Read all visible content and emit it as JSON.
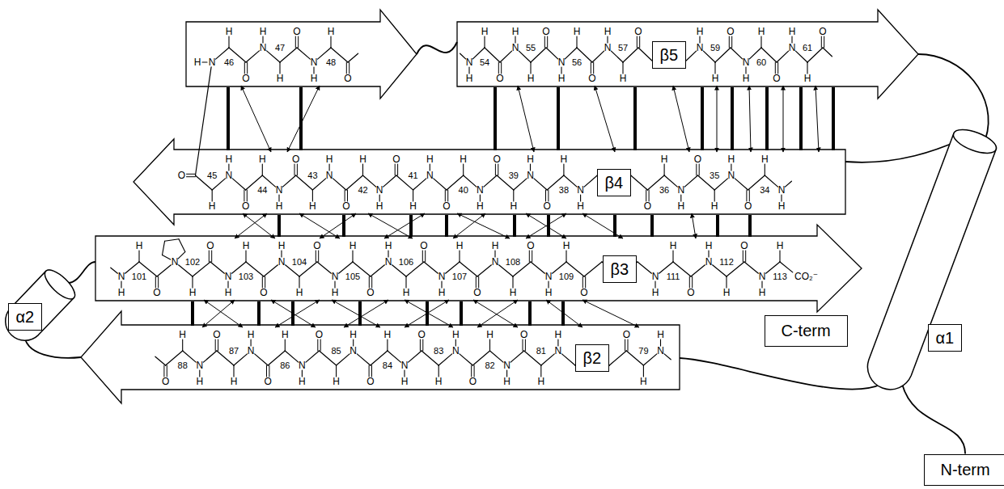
{
  "diagram": {
    "nodes": [
      {
        "text": [
          "β5"
        ]
      },
      {
        "text": [
          "β4"
        ]
      },
      {
        "text": [
          "β3"
        ]
      },
      {
        "text": [
          "α2"
        ]
      },
      {
        "text": [
          "C-term"
        ]
      },
      {
        "text": [
          "α1"
        ]
      },
      {
        "text": [
          "β2"
        ]
      },
      {
        "text": [
          "N-term"
        ]
      }
    ],
    "edges": [
      {
        "from": 0,
        "to": 5,
        "arrow": "none"
      },
      {
        "from": 1,
        "to": 5,
        "arrow": "none"
      },
      {
        "from": 5,
        "to": 6,
        "arrow": "none"
      },
      {
        "from": 5,
        "to": 7,
        "arrow": "none"
      },
      {
        "from": 6,
        "to": 3,
        "arrow": "none"
      },
      {
        "from": 3,
        "to": 2,
        "arrow": "none"
      }
    ],
    "labels": [
      "N",
      "H",
      "H",
      "O",
      "46",
      "N",
      "H",
      "H",
      "O",
      "47",
      "N",
      "H",
      "H",
      "O",
      "48",
      "N",
      "H",
      "H",
      "O",
      "54",
      "N",
      "H",
      "H",
      "O",
      "55",
      "N",
      "H",
      "H",
      "O",
      "56",
      "N",
      "H",
      "H",
      "O",
      "57",
      "N",
      "H",
      "H",
      "O",
      "59",
      "N",
      "H",
      "H",
      "O",
      "60",
      "N",
      "H",
      "H",
      "O",
      "61",
      "N",
      "H",
      "H",
      "O",
      "34",
      "N",
      "H",
      "H",
      "O",
      "35",
      "N",
      "H",
      "H",
      "O",
      "36",
      "N",
      "H",
      "H",
      "O",
      "38",
      "N",
      "H",
      "H",
      "O",
      "39",
      "N",
      "H",
      "H",
      "O",
      "40",
      "N",
      "H",
      "H",
      "O",
      "41",
      "N",
      "H",
      "H",
      "O",
      "42",
      "N",
      "H",
      "H",
      "O",
      "43",
      "N",
      "H",
      "H",
      "O",
      "44",
      "N",
      "H",
      "H",
      "O",
      "45",
      "N",
      "H",
      "H",
      "O",
      "101",
      "N",
      "H",
      "O",
      "102",
      "N",
      "H",
      "H",
      "O",
      "103",
      "N",
      "H",
      "H",
      "O",
      "104",
      "N",
      "H",
      "H",
      "O",
      "105",
      "N",
      "H",
      "H",
      "O",
      "106",
      "N",
      "H",
      "H",
      "O",
      "107",
      "N",
      "H",
      "H",
      "O",
      "108",
      "N",
      "H",
      "H",
      "O",
      "109",
      "N",
      "H",
      "H",
      "O",
      "111",
      "N",
      "H",
      "H",
      "O",
      "112",
      "N",
      "H",
      "H",
      "CO₂⁻",
      "113",
      "N",
      "H",
      "H",
      "O",
      "79",
      "N",
      "H",
      "H",
      "O",
      "81",
      "N",
      "H",
      "H",
      "O",
      "82",
      "N",
      "H",
      "H",
      "O",
      "83",
      "N",
      "H",
      "H",
      "O",
      "84",
      "N",
      "H",
      "H",
      "O",
      "85",
      "N",
      "H",
      "H",
      "O",
      "86",
      "N",
      "H",
      "H",
      "O",
      "87",
      "N",
      "H",
      "H",
      "O",
      "88"
    ]
  }
}
